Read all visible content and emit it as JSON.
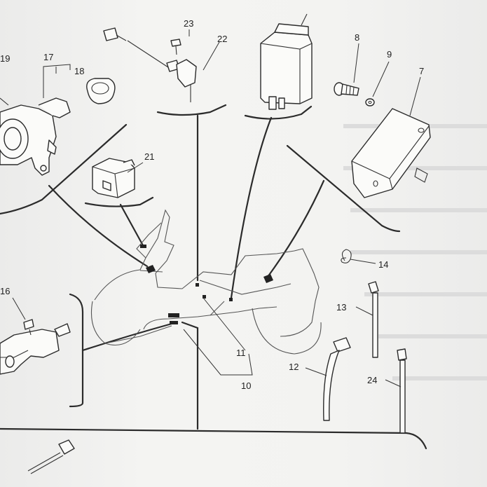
{
  "callouts": {
    "c7": "7",
    "c8": "8",
    "c9": "9",
    "c10": "10",
    "c11": "11",
    "c12": "12",
    "c13": "13",
    "c14": "14",
    "c16": "16",
    "c17": "17",
    "c18": "18",
    "c19": "19",
    "c21": "21",
    "c22": "22",
    "c23": "23",
    "c24": "24"
  },
  "colors": {
    "ink": "#2b2b2b",
    "paper": "#f3f3f1"
  }
}
